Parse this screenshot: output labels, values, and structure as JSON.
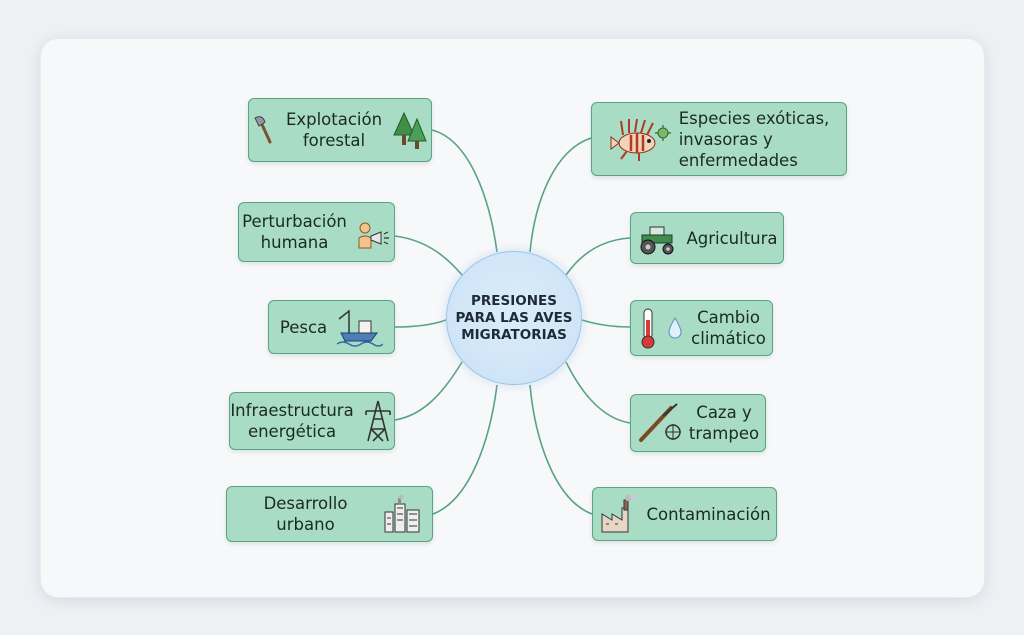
{
  "center": {
    "label": "PRESIONES\nPARA LAS AVES\nMIGRATORIAS"
  },
  "left": [
    {
      "label": "Explotación\nforestal",
      "icon": "axe-trees-icon"
    },
    {
      "label": "Perturbación\nhumana",
      "icon": "person-megaphone-icon"
    },
    {
      "label": "Pesca",
      "icon": "fishing-boat-icon"
    },
    {
      "label": "Infraestructura\nenergética",
      "icon": "power-tower-icon"
    },
    {
      "label": "Desarrollo urbano",
      "icon": "city-buildings-icon"
    }
  ],
  "right": [
    {
      "label": "Especies exóticas,\ninvasoras y\nenfermedades",
      "icon": "lionfish-virus-icon"
    },
    {
      "label": "Agricultura",
      "icon": "tractor-icon"
    },
    {
      "label": "Cambio\nclimático",
      "icon": "thermometer-ice-icon"
    },
    {
      "label": "Caza y\ntrampeo",
      "icon": "rifle-trap-icon"
    },
    {
      "label": "Contaminación",
      "icon": "factory-smoke-icon"
    }
  ],
  "colors": {
    "node_fill": "#a8dcc4",
    "node_border": "#5aa386",
    "center_fill": "#c9e2f6",
    "link": "#5aa386"
  }
}
